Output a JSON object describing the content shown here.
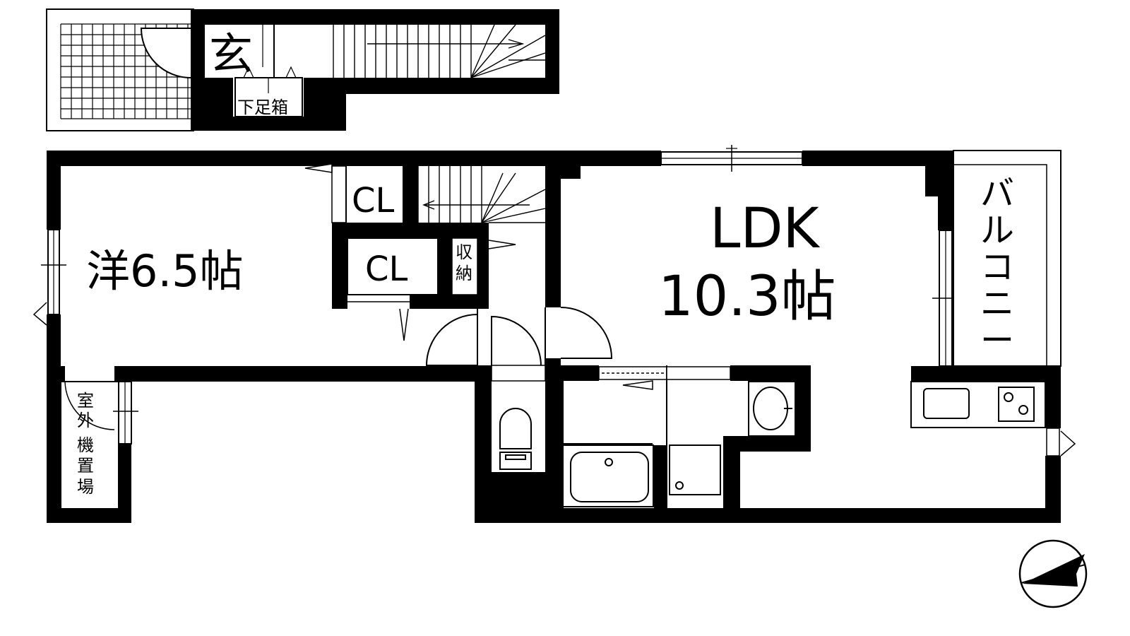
{
  "rooms": {
    "genkan": "玄",
    "shoe_box": "下足箱",
    "western_room": "洋6.5帖",
    "closet_1": "CL",
    "closet_2": "CL",
    "storage": [
      "収",
      "納"
    ],
    "ldk_name": "LDK",
    "ldk_size": "10.3帖",
    "balcony": [
      "バ",
      "ル",
      "コ",
      "ニ",
      "ー"
    ],
    "outdoor_unit": [
      "室",
      "外",
      "機",
      "置",
      "場"
    ]
  },
  "colors": {
    "wall": "#000000",
    "line": "#000000",
    "floor": "#ffffff"
  },
  "icons": {
    "compass": "north-arrow-icon",
    "toilet": "toilet-icon",
    "bathtub": "bathtub-icon",
    "washbasin": "washbasin-icon",
    "stove": "stove-icon",
    "sink": "sink-icon"
  }
}
